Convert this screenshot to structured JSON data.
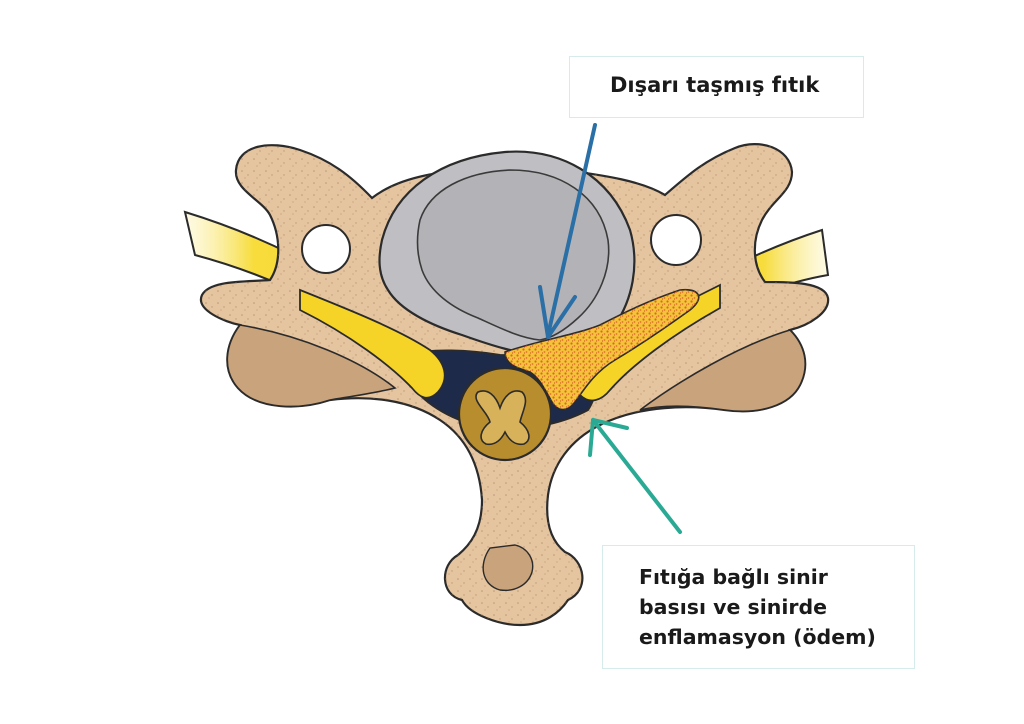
{
  "labels": {
    "herniation": "Dışarı taşmış fıtık",
    "compression": {
      "line1": "Fıtığa bağlı sinir",
      "line2": "basısı ve sinirde",
      "line3": "enflamasyon (ödem)"
    }
  },
  "colors": {
    "bone": "#e5c4a0",
    "bone_shadow": "#c9a37c",
    "disc_outer": "#bfbfc3",
    "disc_inner": "#a9a9ae",
    "nerve": "#f5d327",
    "nerve_light": "#faeb8a",
    "spinal_cord": "#b88d2e",
    "dura_dark": "#1e2a4a",
    "inflammation": "#d9412a",
    "arrow_herniation": "#2a6fa6",
    "arrow_compression": "#2aaa94",
    "label_border": "#d6ecec"
  }
}
